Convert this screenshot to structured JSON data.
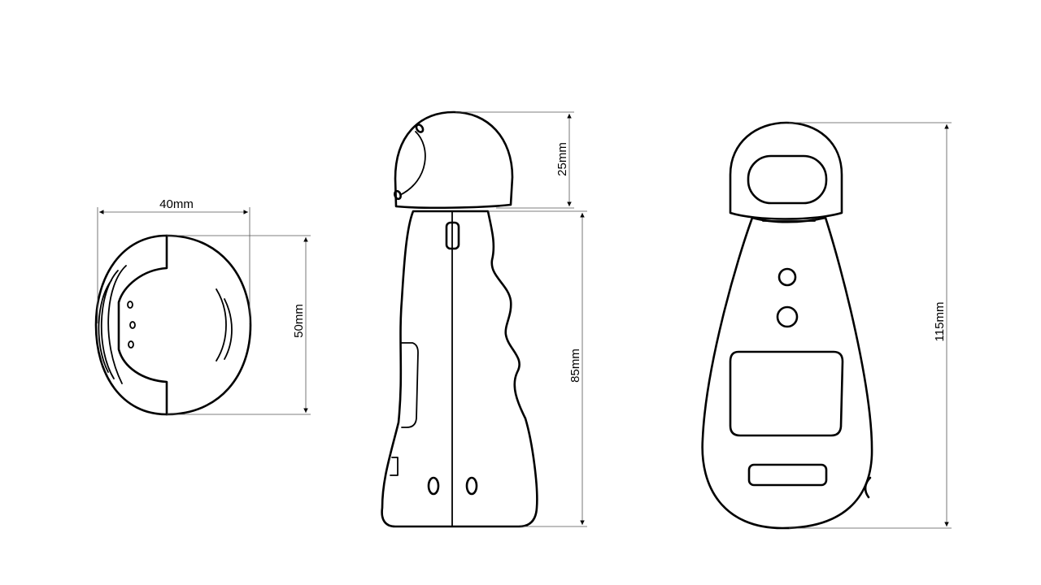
{
  "dimensions": {
    "top_view_width": "40mm",
    "top_view_height": "50mm",
    "side_view_cap": "25mm",
    "side_view_body": "85mm",
    "front_view_total": "115mm"
  },
  "colors": {
    "stroke": "#000000",
    "dimension_line": "#555555",
    "background": "#ffffff"
  }
}
